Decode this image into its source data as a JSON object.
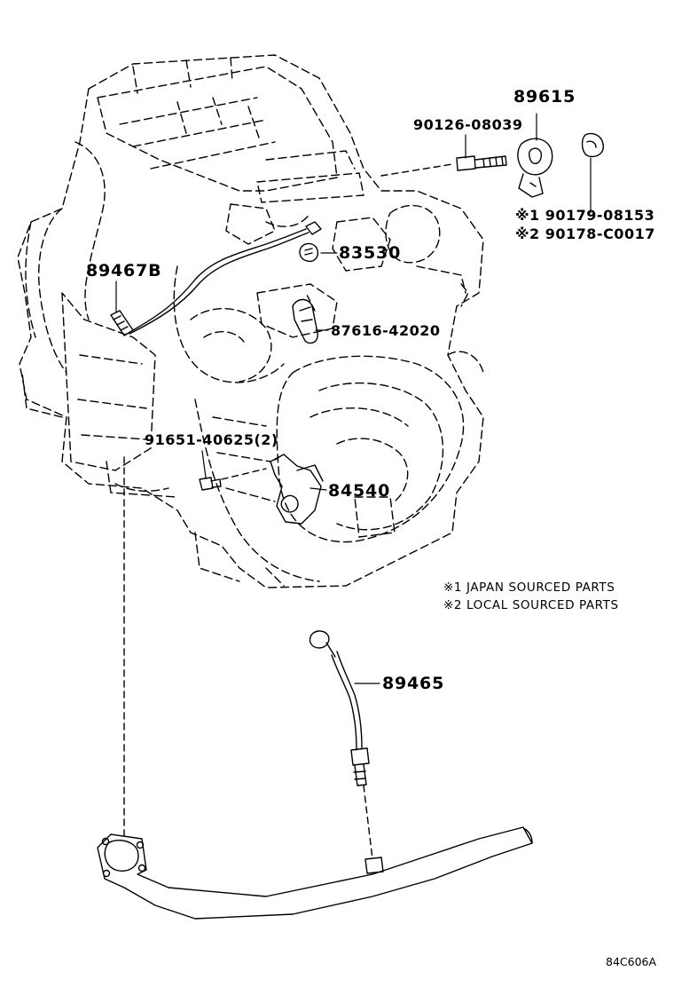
{
  "callouts": {
    "p89615": "89615",
    "p90126": "90126-08039",
    "p90179": "※1 90179-08153",
    "p90178": "※2 90178-C0017",
    "p83530": "83530",
    "p89467": "89467B",
    "p87616": "87616-42020",
    "p91651": "91651-40625(2)",
    "p84540": "84540",
    "p89465": "89465"
  },
  "notes": {
    "n1": "※1 JAPAN SOURCED PARTS",
    "n2": "※2 LOCAL SOURCED PARTS"
  },
  "illustration_code": "84C606A"
}
